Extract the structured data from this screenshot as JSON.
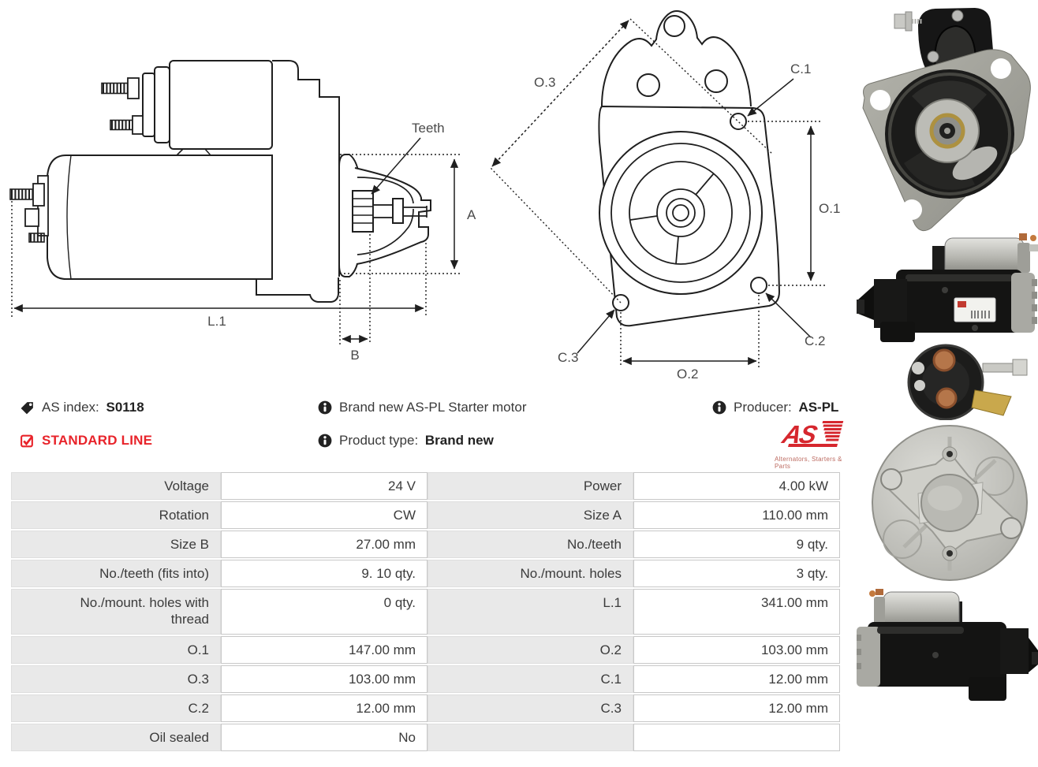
{
  "info_bar": {
    "as_index": {
      "label": "AS index:",
      "value": "S0118"
    },
    "standard_line": "STANDARD LINE",
    "brand_new": "Brand new AS-PL Starter motor",
    "product_type": {
      "label": "Product type:",
      "value": "Brand new"
    },
    "producer": {
      "label": "Producer:",
      "value": "AS-PL"
    },
    "logo": {
      "text": "AS",
      "tagline": "Alternators, Starters & Parts"
    }
  },
  "drawings": {
    "side_view": {
      "teeth": "Teeth",
      "dim_a": "A",
      "dim_b": "B",
      "dim_l1": "L.1"
    },
    "front_view": {
      "dim_o1": "O.1",
      "dim_o2": "O.2",
      "dim_o3": "O.3",
      "dim_c1": "C.1",
      "dim_c2": "C.2",
      "dim_c3": "C.3"
    }
  },
  "photos": [
    {
      "name": "starter-front-flange-photo"
    },
    {
      "name": "starter-side-view-drive-left-photo"
    },
    {
      "name": "starter-solenoid-end-photo"
    },
    {
      "name": "starter-end-plate-photo"
    },
    {
      "name": "starter-side-view-drive-right-photo"
    }
  ],
  "spec_table": {
    "rows": [
      {
        "label_left": "Voltage",
        "value_left": "24 V",
        "label_right": "Power",
        "value_right": "4.00 kW"
      },
      {
        "label_left": "Rotation",
        "value_left": "CW",
        "label_right": "Size A",
        "value_right": "110.00 mm"
      },
      {
        "label_left": "Size B",
        "value_left": "27.00 mm",
        "label_right": "No./teeth",
        "value_right": "9 qty."
      },
      {
        "label_left": "No./teeth (fits into)",
        "value_left": "9. 10 qty.",
        "label_right": "No./mount. holes",
        "value_right": "3 qty."
      },
      {
        "label_left": "No./mount. holes with thread",
        "value_left": "0 qty.",
        "label_right": "L.1",
        "value_right": "341.00 mm",
        "tall": true
      },
      {
        "label_left": "O.1",
        "value_left": "147.00 mm",
        "label_right": "O.2",
        "value_right": "103.00 mm"
      },
      {
        "label_left": "O.3",
        "value_left": "103.00 mm",
        "label_right": "C.1",
        "value_right": "12.00 mm"
      },
      {
        "label_left": "C.2",
        "value_left": "12.00 mm",
        "label_right": "C.3",
        "value_right": "12.00 mm"
      },
      {
        "label_left": "Oil sealed",
        "value_left": "No",
        "label_right": "",
        "value_right": ""
      }
    ]
  },
  "colors": {
    "accent_red": "#e8232a",
    "logo_red": "#d6272e",
    "drawing_line": "#1f1f1f",
    "table_label_bg": "#e9e9e9",
    "table_border": "#c8c8c8",
    "text": "#3b3b3b"
  }
}
